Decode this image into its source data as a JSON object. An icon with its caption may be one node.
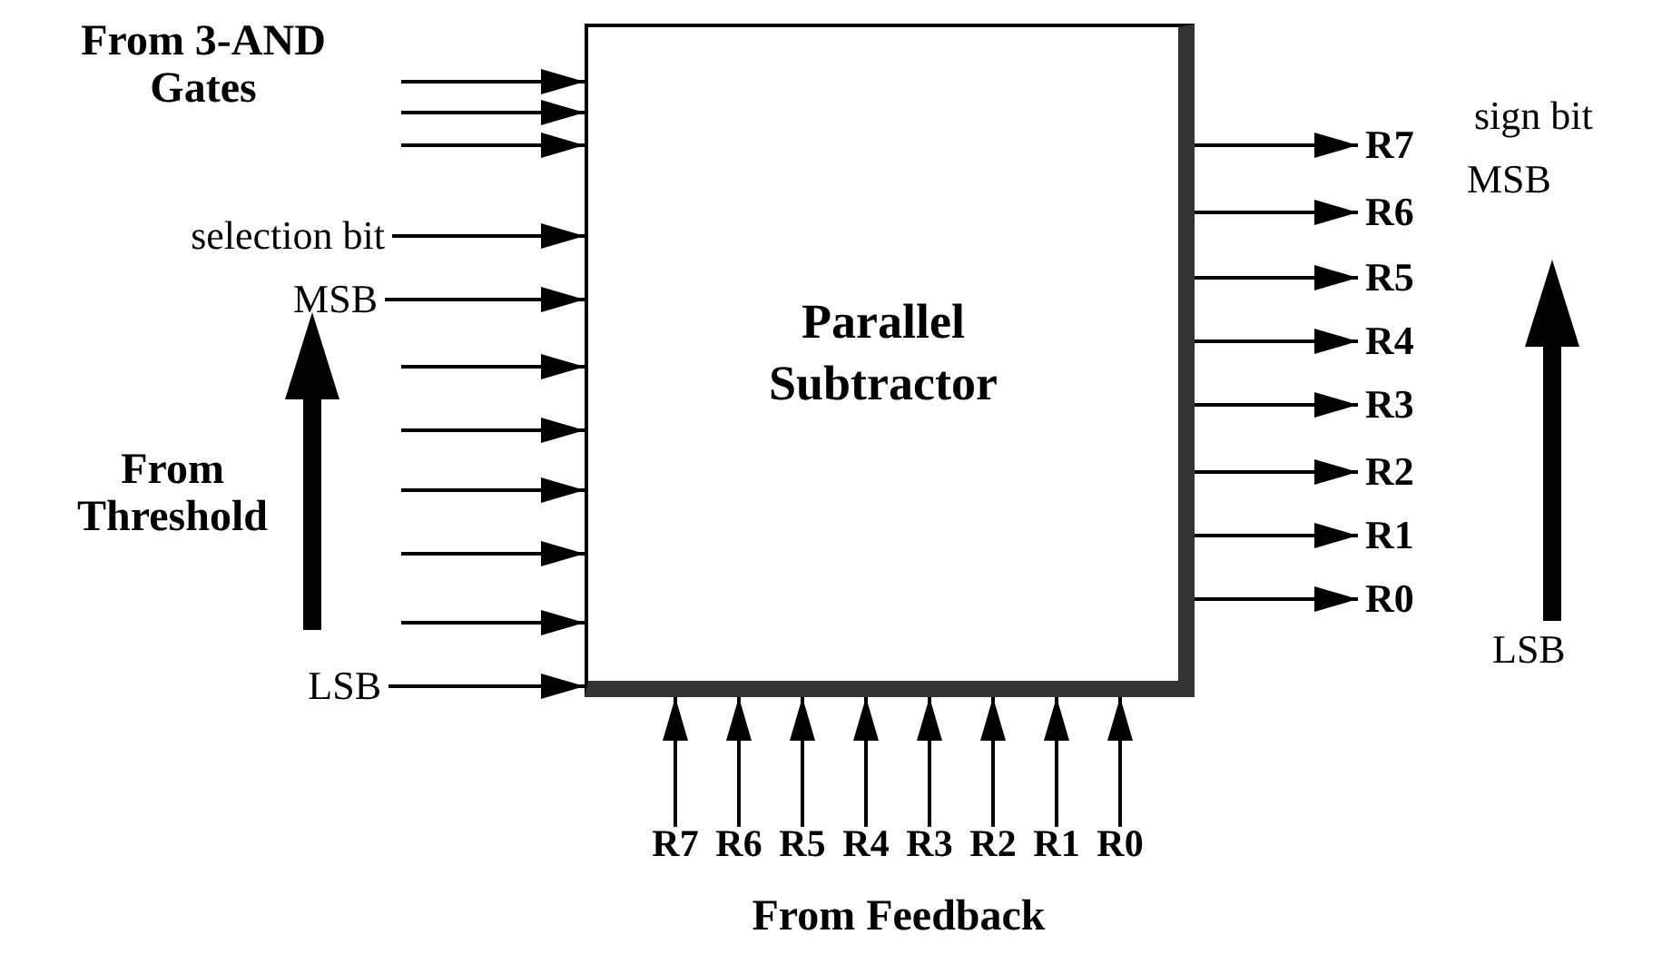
{
  "diagram": {
    "nodes": [
      {
        "text": [
          "Parallel Subtractor"
        ]
      },
      {
        "text": [
          "selection bit"
        ]
      },
      {
        "text": [
          "MSB"
        ]
      },
      {
        "text": [
          "LSB"
        ]
      },
      {
        "text": [
          "R7"
        ]
      },
      {
        "text": [
          "R6"
        ]
      },
      {
        "text": [
          "R5"
        ]
      },
      {
        "text": [
          "R4"
        ]
      },
      {
        "text": [
          "R3"
        ]
      },
      {
        "text": [
          "R2"
        ]
      },
      {
        "text": [
          "R1"
        ]
      },
      {
        "text": [
          "R0"
        ]
      },
      {
        "text": [
          "R7"
        ]
      },
      {
        "text": [
          "R6"
        ]
      },
      {
        "text": [
          "R5"
        ]
      },
      {
        "text": [
          "R4"
        ]
      },
      {
        "text": [
          "R3"
        ]
      },
      {
        "text": [
          "R2"
        ]
      },
      {
        "text": [
          "R1"
        ]
      },
      {
        "text": [
          "R0"
        ]
      }
    ],
    "edges": [
      {
        "from": null,
        "to": 0,
        "arrow": "to"
      },
      {
        "from": null,
        "to": 0,
        "arrow": "to"
      },
      {
        "from": null,
        "to": 0,
        "arrow": "to"
      },
      {
        "from": 1,
        "to": 0,
        "arrow": "to"
      },
      {
        "from": 2,
        "to": 0,
        "arrow": "to"
      },
      {
        "from": null,
        "to": 0,
        "arrow": "to"
      },
      {
        "from": null,
        "to": 0,
        "arrow": "to"
      },
      {
        "from": null,
        "to": 0,
        "arrow": "to"
      },
      {
        "from": null,
        "to": 0,
        "arrow": "to"
      },
      {
        "from": null,
        "to": 0,
        "arrow": "to"
      },
      {
        "from": 3,
        "to": 0,
        "arrow": "to"
      },
      {
        "from": 0,
        "to": 4,
        "arrow": "to"
      },
      {
        "from": 0,
        "to": 5,
        "arrow": "to"
      },
      {
        "from": 0,
        "to": 6,
        "arrow": "to"
      },
      {
        "from": 0,
        "to": 7,
        "arrow": "to"
      },
      {
        "from": 0,
        "to": 8,
        "arrow": "to"
      },
      {
        "from": 0,
        "to": 9,
        "arrow": "to"
      },
      {
        "from": 0,
        "to": 10,
        "arrow": "to"
      },
      {
        "from": 0,
        "to": 11,
        "arrow": "to"
      },
      {
        "from": 12,
        "to": 0,
        "arrow": "to"
      },
      {
        "from": 13,
        "to": 0,
        "arrow": "to"
      },
      {
        "from": 14,
        "to": 0,
        "arrow": "to"
      },
      {
        "from": 15,
        "to": 0,
        "arrow": "to"
      },
      {
        "from": 16,
        "to": 0,
        "arrow": "to"
      },
      {
        "from": 17,
        "to": 0,
        "arrow": "to"
      },
      {
        "from": 18,
        "to": 0,
        "arrow": "to"
      },
      {
        "from": 19,
        "to": 0,
        "arrow": "to"
      }
    ],
    "labels": [
      "From 3-AND Gates",
      "From Threshold",
      "sign bit",
      "MSB",
      "LSB",
      "From Feedback"
    ]
  }
}
